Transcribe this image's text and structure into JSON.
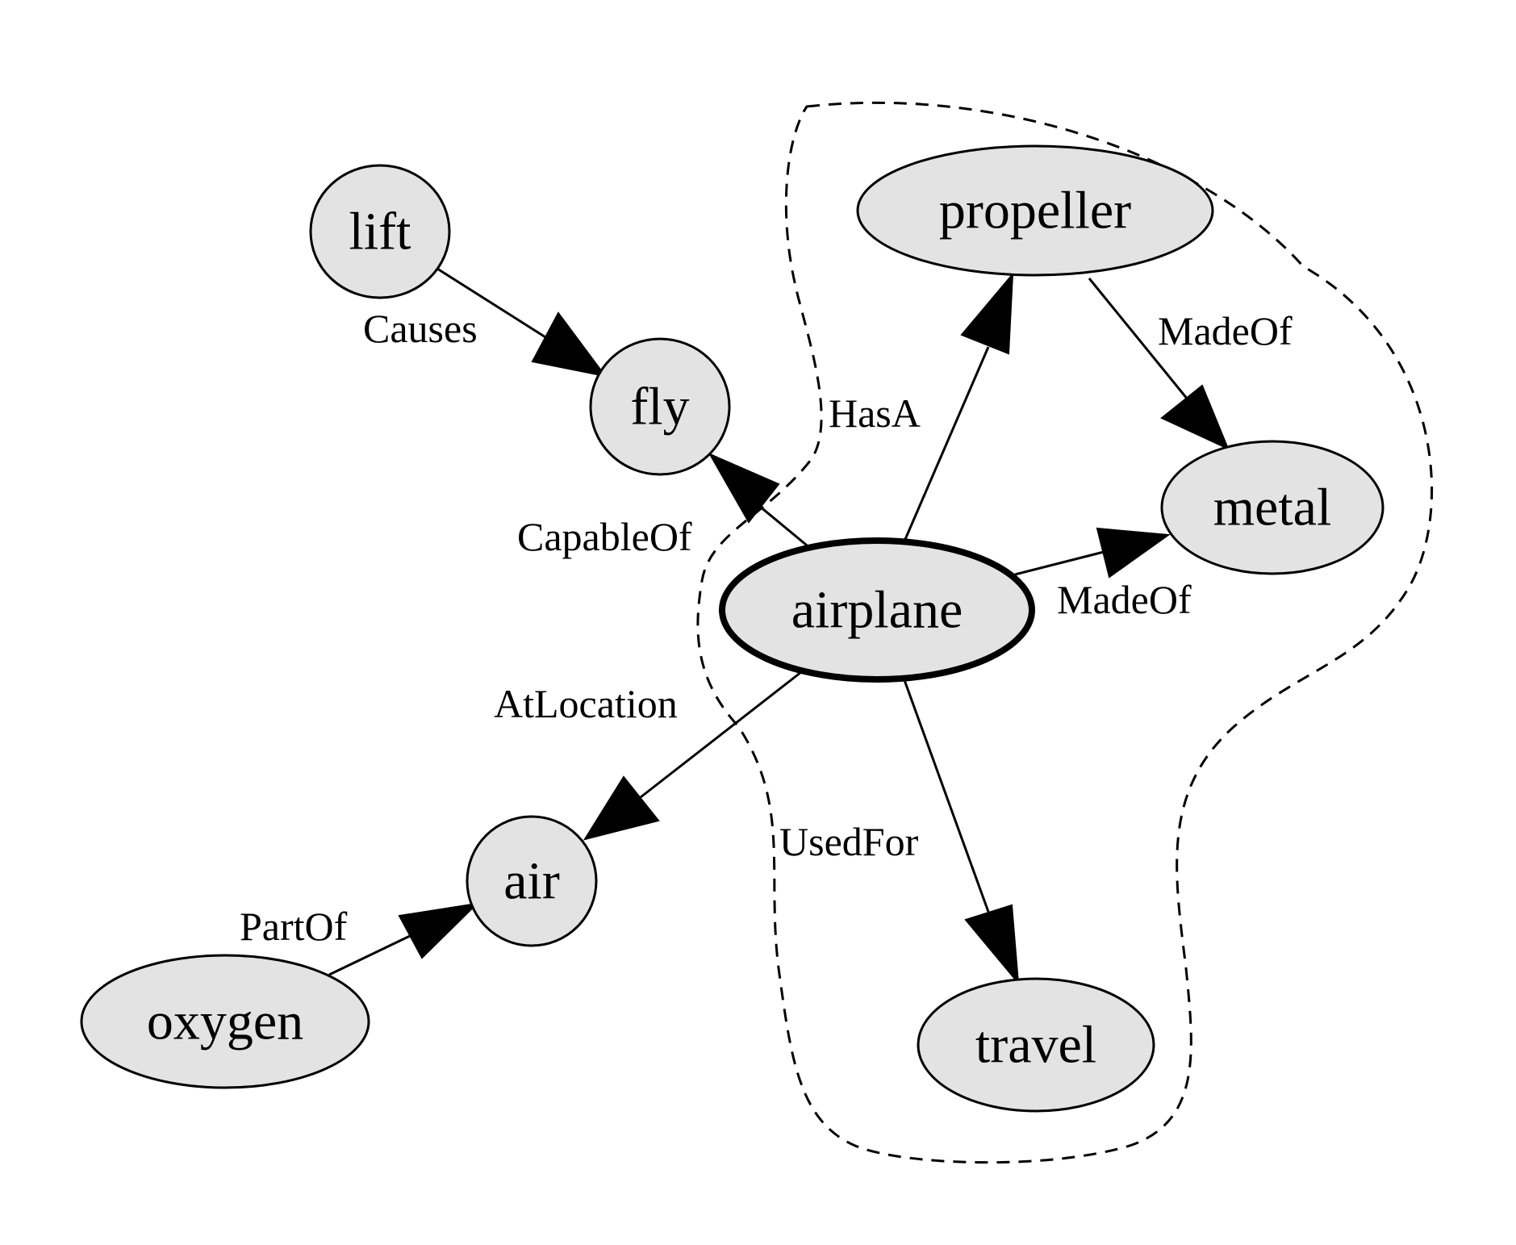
{
  "nodes": {
    "airplane": "airplane",
    "lift": "lift",
    "fly": "fly",
    "propeller": "propeller",
    "metal": "metal",
    "air": "air",
    "oxygen": "oxygen",
    "travel": "travel"
  },
  "edges": [
    {
      "id": "lift-fly",
      "from": "lift",
      "to": "fly",
      "label": "Causes"
    },
    {
      "id": "airplane-fly",
      "from": "airplane",
      "to": "fly",
      "label": "CapableOf"
    },
    {
      "id": "airplane-propeller",
      "from": "airplane",
      "to": "propeller",
      "label": "HasA"
    },
    {
      "id": "propeller-metal",
      "from": "propeller",
      "to": "metal",
      "label": "MadeOf"
    },
    {
      "id": "airplane-metal",
      "from": "airplane",
      "to": "metal",
      "label": "MadeOf"
    },
    {
      "id": "airplane-air",
      "from": "airplane",
      "to": "air",
      "label": "AtLocation"
    },
    {
      "id": "oxygen-air",
      "from": "oxygen",
      "to": "air",
      "label": "PartOf"
    },
    {
      "id": "airplane-travel",
      "from": "airplane",
      "to": "travel",
      "label": "UsedFor"
    }
  ],
  "focus_node": "airplane",
  "colors": {
    "node_fill": "#e3e3e3",
    "stroke": "#000000",
    "background": "#ffffff"
  }
}
